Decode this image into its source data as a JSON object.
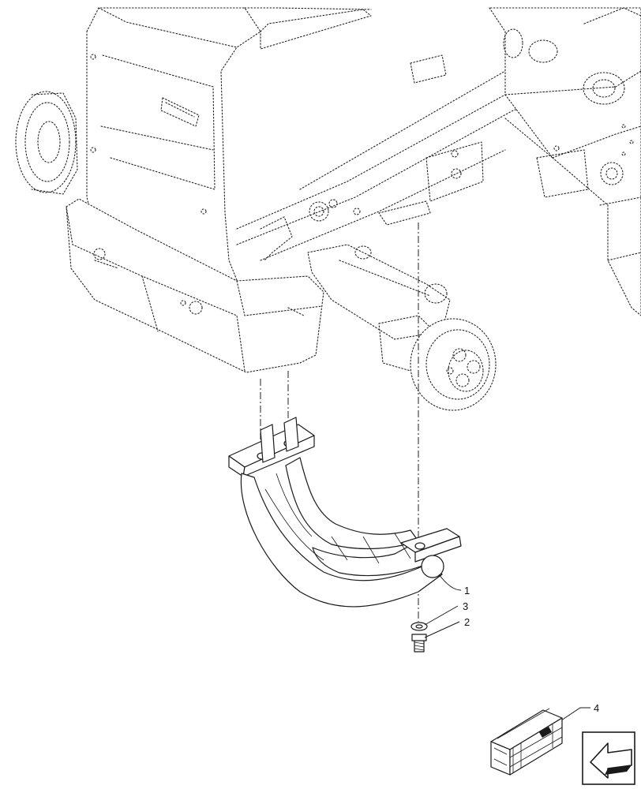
{
  "callouts": [
    {
      "id": "1",
      "label": "1"
    },
    {
      "id": "2",
      "label": "2"
    },
    {
      "id": "3",
      "label": "3"
    },
    {
      "id": "4",
      "label": "4"
    }
  ],
  "icons": {
    "kit_box": "shipping-crate-icon",
    "navigation": "previous-page-arrow-icon"
  },
  "colors": {
    "line": "#1a1a1a",
    "background": "#ffffff"
  }
}
